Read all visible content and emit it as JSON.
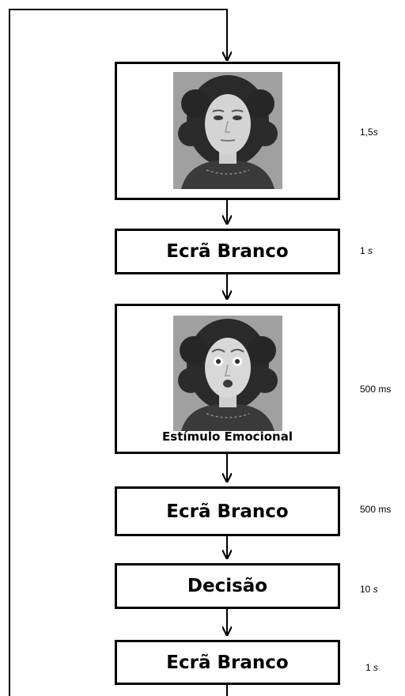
{
  "steps": [
    {
      "label": "",
      "duration": {
        "value": "1,5",
        "unit": "s"
      }
    },
    {
      "label": "Ecrã Branco",
      "duration": {
        "value": "1",
        "unit": "s"
      }
    },
    {
      "label": "Estímulo Emocional",
      "duration": {
        "value": "500",
        "unit": "ms"
      }
    },
    {
      "label": "Ecrã Branco",
      "duration": {
        "value": "500",
        "unit": "ms"
      }
    },
    {
      "label": "Decisão",
      "duration": {
        "value": "10",
        "unit": "s"
      }
    },
    {
      "label": "Ecrã Branco",
      "duration": {
        "value": "1",
        "unit": "s"
      }
    }
  ],
  "images": {
    "neutral_face": "neutral-face-photo",
    "emotional_face": "fearful-face-photo"
  },
  "colors": {
    "line": "#000000",
    "box_border": "#000000",
    "photo_bg": "#9a9a9a"
  }
}
